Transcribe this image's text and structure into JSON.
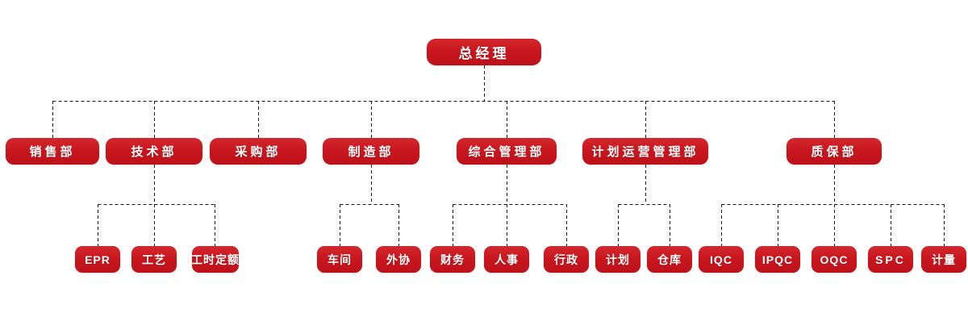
{
  "org": {
    "root": {
      "label": "总经理"
    },
    "departments": [
      {
        "label": "销售部"
      },
      {
        "label": "技术部"
      },
      {
        "label": "采购部"
      },
      {
        "label": "制造部"
      },
      {
        "label": "综合管理部"
      },
      {
        "label": "计划运营管理部"
      },
      {
        "label": "质保部"
      }
    ],
    "subunits": [
      {
        "label": "EPR",
        "parent": "技术部"
      },
      {
        "label": "工艺",
        "parent": "技术部"
      },
      {
        "label": "工时定额",
        "parent": "技术部"
      },
      {
        "label": "车间",
        "parent": "制造部"
      },
      {
        "label": "外协",
        "parent": "制造部"
      },
      {
        "label": "财务",
        "parent": "综合管理部"
      },
      {
        "label": "人事",
        "parent": "综合管理部"
      },
      {
        "label": "行政",
        "parent": "综合管理部"
      },
      {
        "label": "计划",
        "parent": "计划运营管理部"
      },
      {
        "label": "仓库",
        "parent": "计划运营管理部"
      },
      {
        "label": "IQC",
        "parent": "质保部"
      },
      {
        "label": "IPQC",
        "parent": "质保部"
      },
      {
        "label": "OQC",
        "parent": "质保部"
      },
      {
        "label": "SPC",
        "parent": "质保部"
      },
      {
        "label": "计量",
        "parent": "质保部"
      }
    ],
    "colors": {
      "node_fill": "#c8161e",
      "node_text": "#ffffff",
      "connector": "#1a1a1a",
      "background": "#ffffff"
    },
    "connector_style": "dashed"
  }
}
